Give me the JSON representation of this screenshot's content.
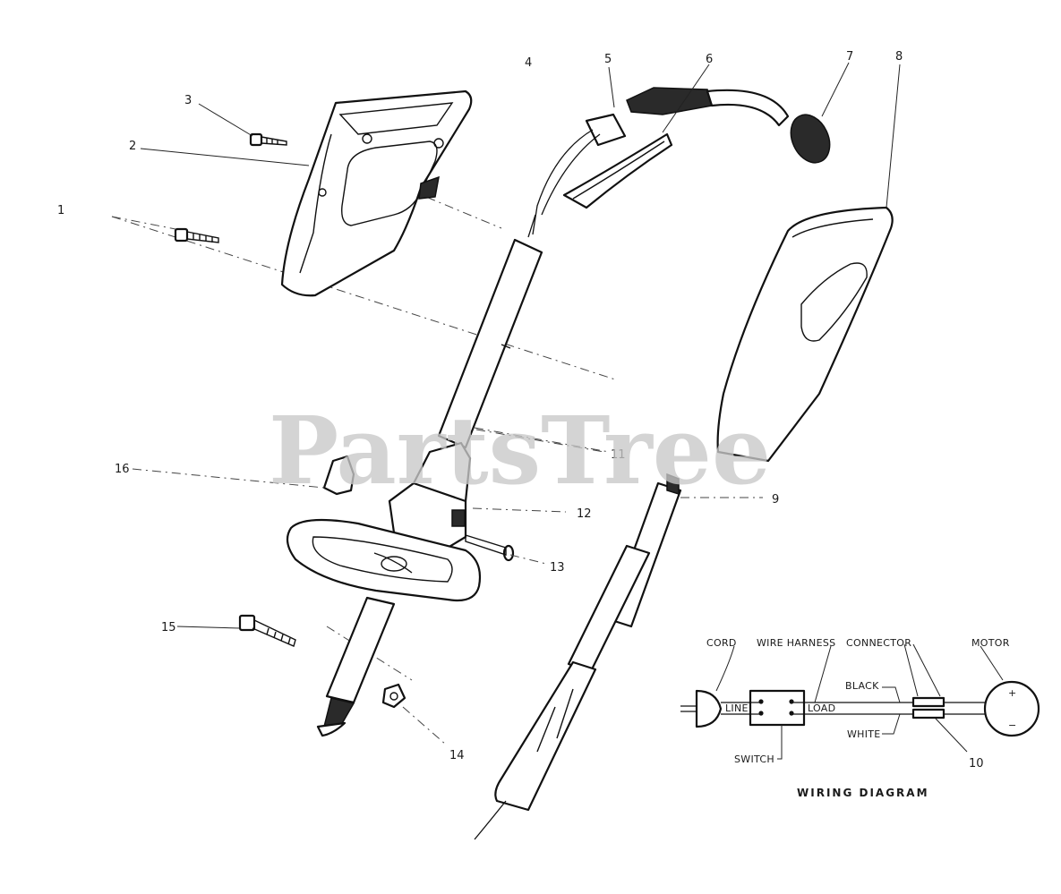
{
  "watermark": "PartsTree",
  "part_labels": {
    "p1": "1",
    "p2": "2",
    "p3": "3",
    "p4": "4",
    "p5": "5",
    "p6": "6",
    "p7": "7",
    "p8": "8",
    "p9": "9",
    "p11": "11",
    "p12": "12",
    "p13": "13",
    "p14": "14",
    "p15": "15",
    "p16": "16"
  },
  "wiring": {
    "title": "WIRING DIAGRAM",
    "cord": "CORD",
    "wire_harness": "WIRE HARNESS",
    "connector": "CONNECTOR",
    "motor": "MOTOR",
    "black": "BLACK",
    "white": "WHITE",
    "line": "LINE",
    "load": "LOAD",
    "switch": "SWITCH",
    "connector_ref": "10",
    "plus": "+",
    "minus": "−"
  }
}
